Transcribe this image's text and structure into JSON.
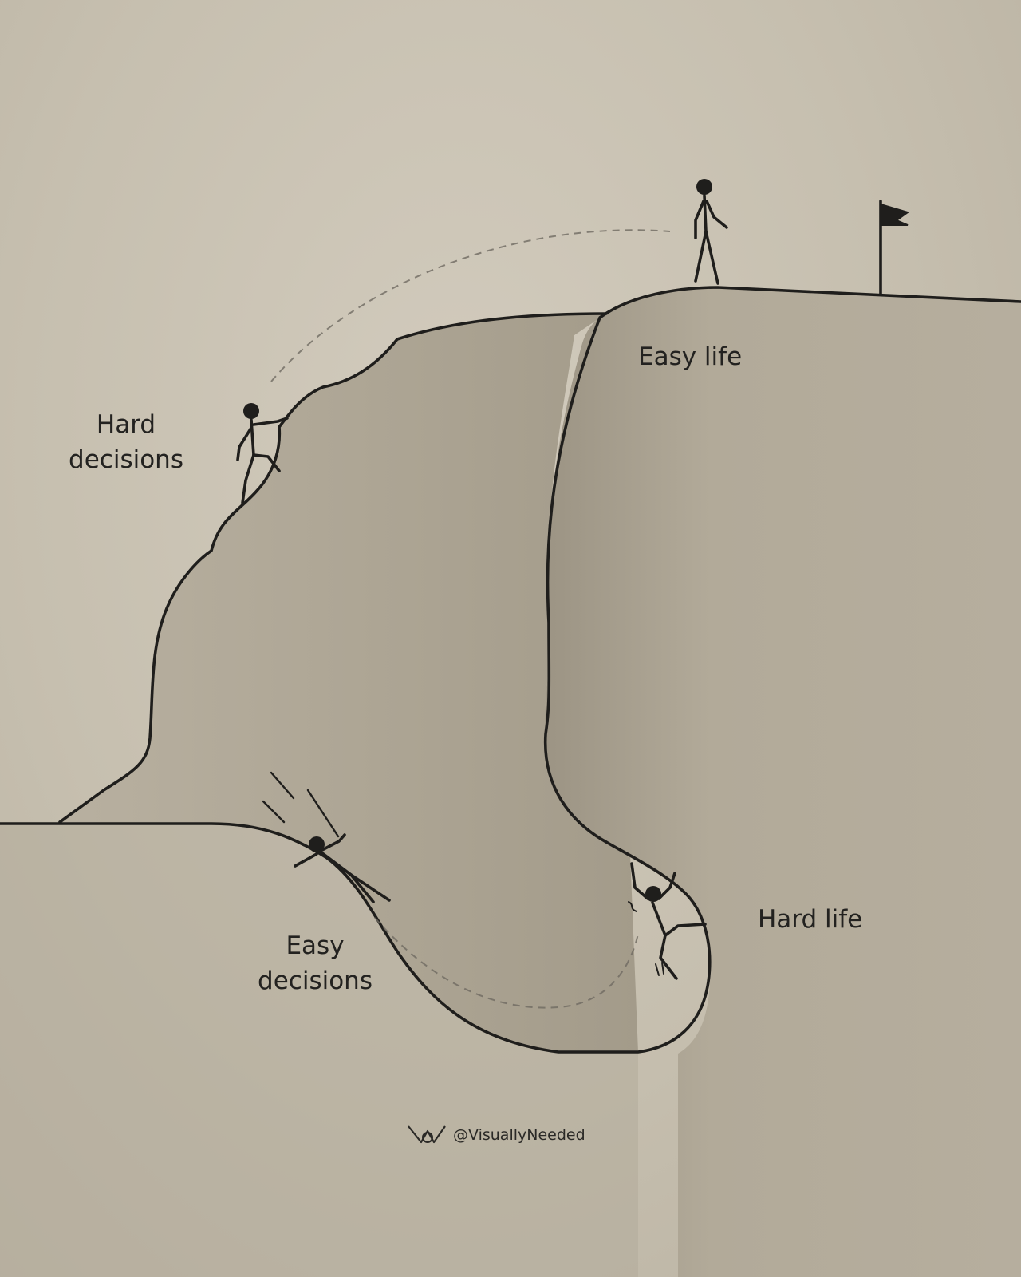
{
  "labels": {
    "hard_decisions": [
      "Hard",
      "decisions"
    ],
    "easy_life": "Easy life",
    "easy_decisions": [
      "Easy",
      "decisions"
    ],
    "hard_life": "Hard life"
  },
  "watermark": {
    "handle": "@VisuallyNeeded",
    "icon": "visually-needed-logo-icon"
  },
  "colors": {
    "background": "#c9c1b1",
    "cliff_fill": "#aaa291",
    "line": "#1f1e1c"
  }
}
